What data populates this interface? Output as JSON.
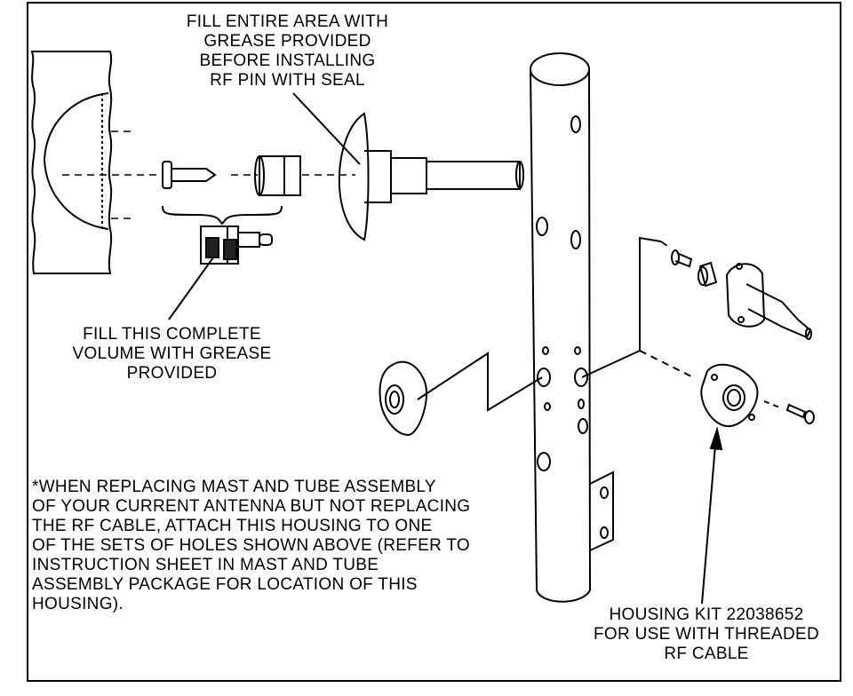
{
  "callouts": {
    "grease_area": "FILL ENTIRE AREA WITH\nGREASE PROVIDED\nBEFORE INSTALLING\nRF PIN WITH SEAL",
    "grease_volume": "FILL THIS COMPLETE\nVOLUME WITH GREASE\nPROVIDED",
    "housing_kit": "HOUSING KIT 22038652\nFOR USE WITH THREADED\nRF CABLE"
  },
  "note": "*WHEN REPLACING MAST AND TUBE ASSEMBLY\n OF YOUR CURRENT ANTENNA BUT NOT REPLACING\n THE RF CABLE, ATTACH THIS HOUSING TO ONE\n OF THE SETS OF HOLES SHOWN ABOVE (REFER TO\n INSTRUCTION SHEET IN MAST AND TUBE\n ASSEMBLY PACKAGE FOR LOCATION OF THIS\n HOUSING)."
}
